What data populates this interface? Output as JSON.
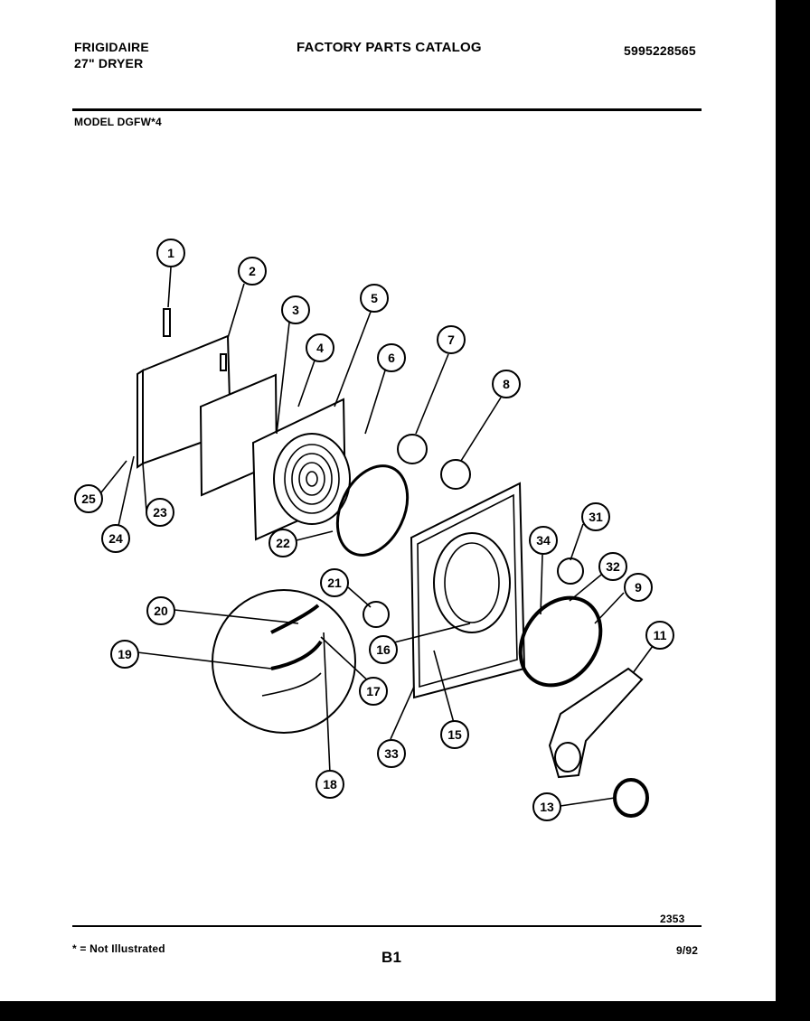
{
  "header": {
    "brand": "FRIGIDAIRE",
    "product": "27\" DRYER",
    "catalog_title": "FACTORY PARTS CATALOG",
    "catalog_number": "5995228565",
    "model": "MODEL DGFW*4"
  },
  "footer": {
    "drawing_number": "2353",
    "note": "* = Not Illustrated",
    "page": "B1",
    "date": "9/92"
  },
  "callouts": [
    "1",
    "2",
    "3",
    "4",
    "5",
    "6",
    "7",
    "8",
    "9",
    "11",
    "13",
    "15",
    "16",
    "17",
    "18",
    "19",
    "20",
    "21",
    "22",
    "23",
    "24",
    "25",
    "31",
    "32",
    "33",
    "34"
  ]
}
